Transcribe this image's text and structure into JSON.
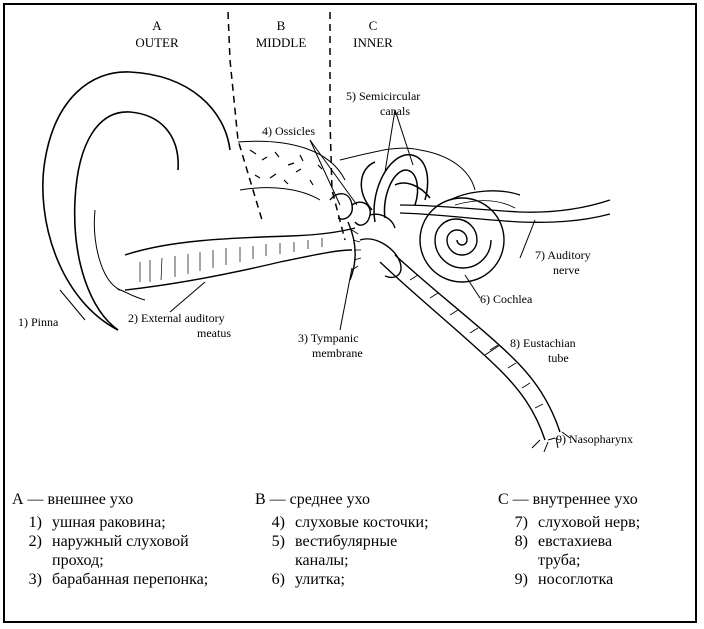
{
  "sections": {
    "a_letter": "A",
    "a_name": "OUTER",
    "b_letter": "B",
    "b_name": "MIDDLE",
    "c_letter": "C",
    "c_name": "INNER"
  },
  "labels": {
    "pinna": "1) Pinna",
    "ext_meatus_1": "2) External auditory",
    "ext_meatus_2": "meatus",
    "tympanic_1": "3) Tympanic",
    "tympanic_2": "membrane",
    "ossicles": "4) Ossicles",
    "semicircular_1": "5) Semicircular",
    "semicircular_2": "canals",
    "cochlea": "6) Cochlea",
    "auditory_1": "7) Auditory",
    "auditory_2": "nerve",
    "eustachian_1": "8) Eustachian",
    "eustachian_2": "tube",
    "nasopharynx": "9) Nasopharynx"
  },
  "legend": {
    "col_a": {
      "header": "А — внешнее ухо",
      "items": [
        {
          "num": "1)",
          "text": "ушная раковина;"
        },
        {
          "num": "2)",
          "text": "наружный слуховой проход;"
        },
        {
          "num": "3)",
          "text": "барабанная перепонка;"
        }
      ]
    },
    "col_b": {
      "header": "В — среднее ухо",
      "items": [
        {
          "num": "4)",
          "text": "слуховые косточки;"
        },
        {
          "num": "5)",
          "text": "вестибулярные каналы;"
        },
        {
          "num": "6)",
          "text": "улитка;"
        }
      ]
    },
    "col_c": {
      "header": "С — внутреннее ухо",
      "items": [
        {
          "num": "7)",
          "text": "слуховой нерв;"
        },
        {
          "num": "8)",
          "text": "евстахиева труба;"
        },
        {
          "num": "9)",
          "text": "носоглотка"
        }
      ]
    }
  }
}
